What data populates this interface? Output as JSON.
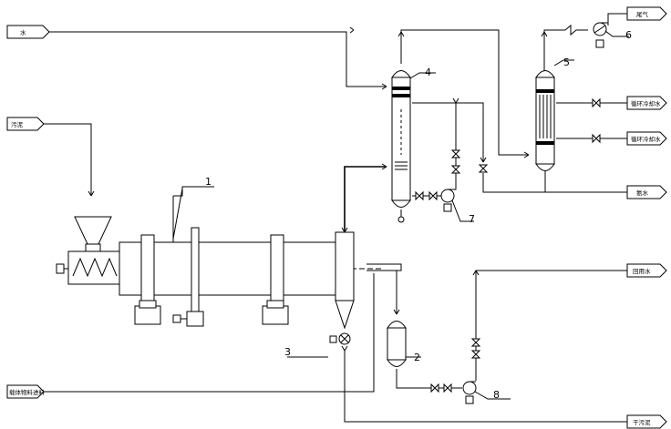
{
  "streams": {
    "water_in": "水",
    "sludge_in": "污泥",
    "carrier_in": "载体物料进料",
    "waste_gas_out": "尾气",
    "cooling_water_return": "循环冷却水",
    "cooling_water_supply": "循环冷却水",
    "ammonia_water_out": "氨水",
    "return_water": "回用水",
    "dry_product": "干污泥"
  },
  "equipment_numbers": {
    "dryer": "1",
    "separator_tank": "2",
    "cyclone": "3",
    "scrubber": "4",
    "condenser": "5",
    "fan": "6",
    "pump_7": "7",
    "pump_8": "8"
  },
  "colors": {
    "line": "#000000",
    "background": "#ffffff"
  }
}
